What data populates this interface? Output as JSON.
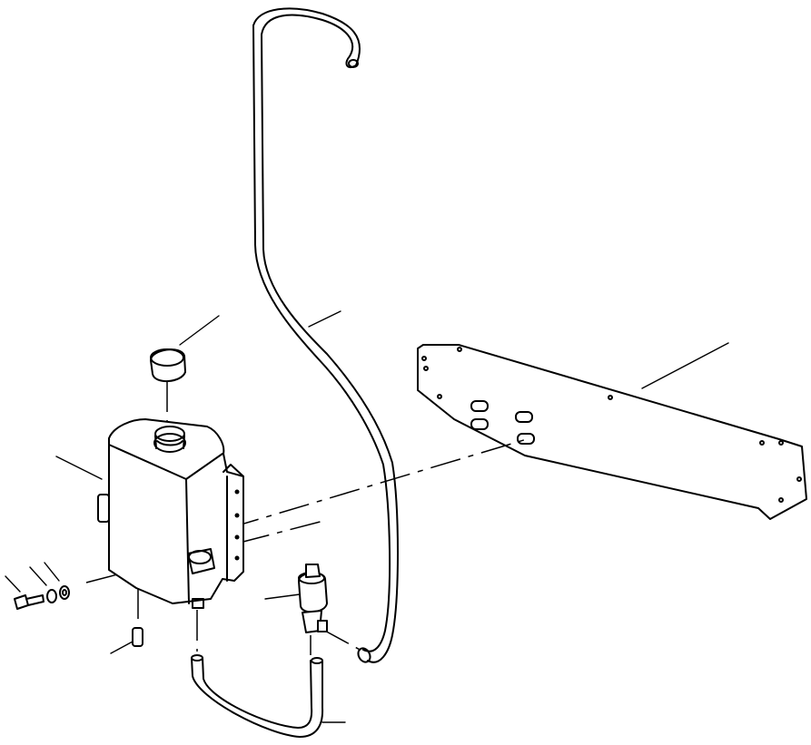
{
  "diagram": {
    "parts": [
      {
        "id": "upper-hose",
        "icon": "hose-icon"
      },
      {
        "id": "mounting-plate",
        "icon": "plate-icon"
      },
      {
        "id": "cap",
        "icon": "cap-icon"
      },
      {
        "id": "washer-tank",
        "icon": "tank-icon"
      },
      {
        "id": "bolt",
        "icon": "bolt-icon"
      },
      {
        "id": "lock-washer",
        "icon": "washer-icon"
      },
      {
        "id": "flat-washer",
        "icon": "washer-icon"
      },
      {
        "id": "pump",
        "icon": "pump-icon"
      },
      {
        "id": "pin",
        "icon": "pin-icon"
      },
      {
        "id": "lower-hose",
        "icon": "hose-icon"
      }
    ],
    "colors": {
      "line": "#000000",
      "background": "#ffffff"
    }
  }
}
